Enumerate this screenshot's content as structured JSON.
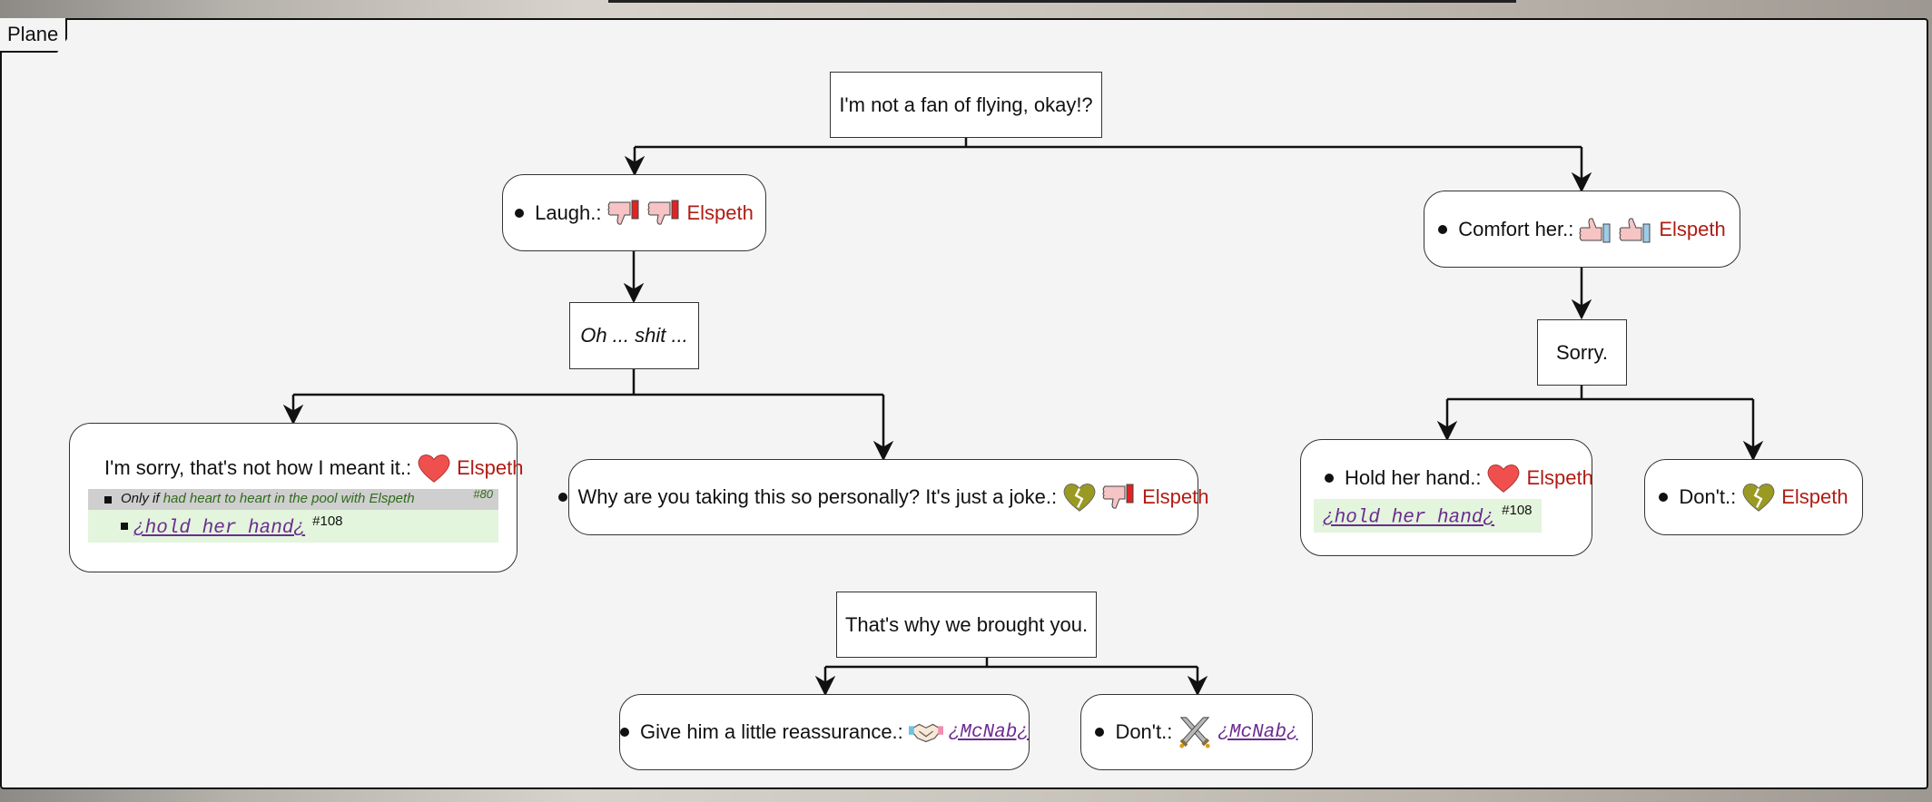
{
  "frame": {
    "label": "Plane"
  },
  "nodes": {
    "root": "I'm not a fan of flying, okay!?",
    "laugh": {
      "label": "Laugh.:",
      "char": "Elspeth",
      "icons": [
        "thumbs-down-icon",
        "thumbs-down-icon"
      ]
    },
    "comfort": {
      "label": "Comfort her.:",
      "char": "Elspeth",
      "icons": [
        "thumbs-up-icon",
        "thumbs-up-icon"
      ]
    },
    "oh_shit": "Oh ... shit ...",
    "sorry": "Sorry.",
    "im_sorry": {
      "label": "I'm sorry, that's not how I meant it.:",
      "char": "Elspeth",
      "icons": [
        "heart-icon"
      ],
      "cond_prefix": "Only if",
      "cond_req": "had heart to heart in the pool with Elspeth",
      "cond_num": "#80",
      "link": "¿hold her hand¿",
      "link_num": "#108"
    },
    "why_personal": {
      "label": "Why are you taking this so personally? It's just a joke.:",
      "char": "Elspeth",
      "icons": [
        "broken-heart-icon",
        "thumbs-down-icon"
      ]
    },
    "hold_hand": {
      "label": "Hold her hand.:",
      "char": "Elspeth",
      "icons": [
        "heart-icon"
      ],
      "link": "¿hold her hand¿",
      "link_num": "#108"
    },
    "dont_right": {
      "label": "Don't.:",
      "char": "Elspeth",
      "icons": [
        "broken-heart-icon"
      ]
    },
    "brought_you": "That's why we brought you.",
    "reassurance": {
      "label": "Give him a little reassurance.:",
      "link": "¿McNab¿",
      "icons": [
        "handshake-icon"
      ]
    },
    "dont_bottom": {
      "label": "Don't.:",
      "link": "¿McNab¿",
      "icons": [
        "crossed-swords-icon"
      ]
    }
  },
  "colors": {
    "character": "#b01c14",
    "link": "#6b2c91",
    "condition": "#2f6b1a"
  }
}
